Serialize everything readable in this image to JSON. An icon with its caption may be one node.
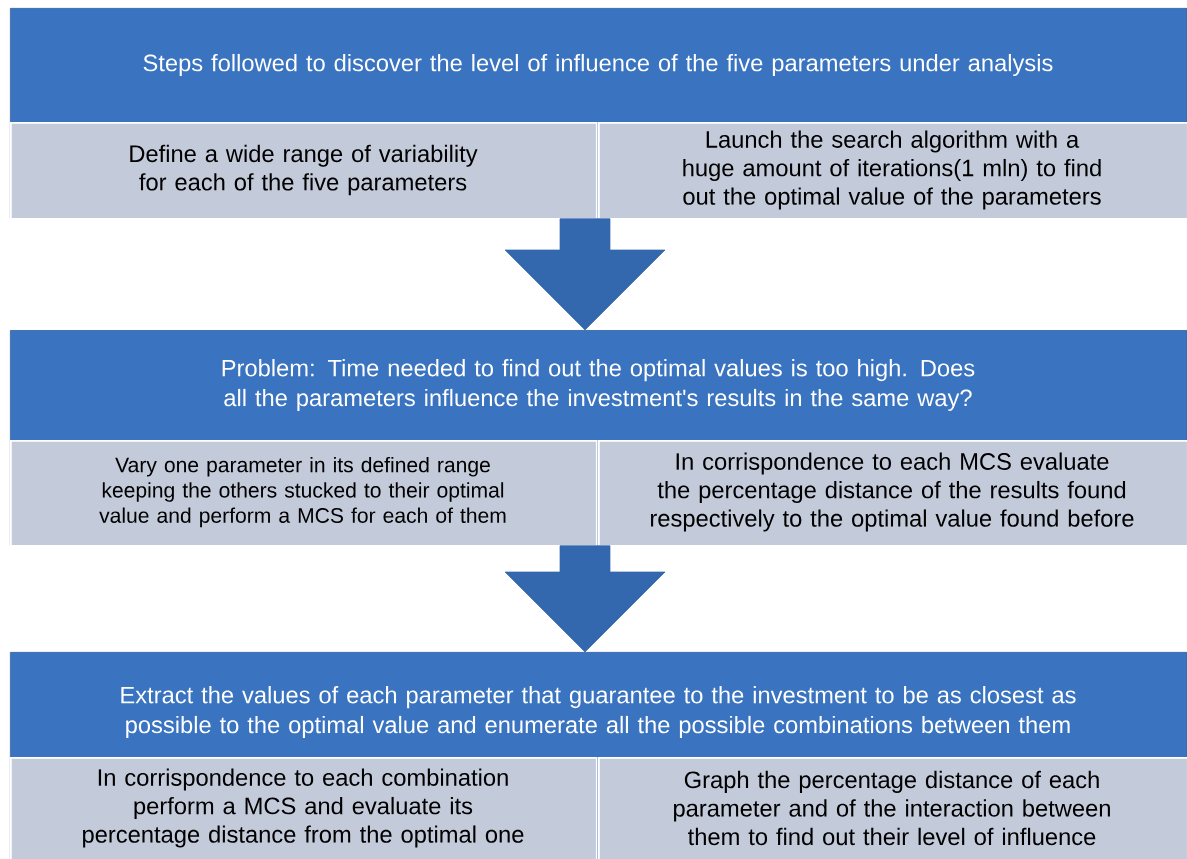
{
  "diagram": {
    "nodes": [
      {
        "text": [
          "Steps followed to discover the level of influence of the five parameters under analysis"
        ]
      },
      {
        "text": [
          "Define a wide range of variability for each of the five parameters"
        ],
        "in": 0
      },
      {
        "text": [
          "Launch the search algorithm with a huge amount of iterations(1 mln) to find out the optimal value of the parameters"
        ],
        "in": 0
      },
      {
        "text": [
          "Problem: Time needed to find out the optimal values is too high. Does all the parameters influence the investment's results in the same way?"
        ]
      },
      {
        "text": [
          "Vary one parameter in its defined range keeping the others stucked to their optimal value and perform a MCS for each of them"
        ],
        "in": 3
      },
      {
        "text": [
          "In corrispondence to each MCS evaluate the percentage distance of the results found respectively to the optimal value found before"
        ],
        "in": 3
      },
      {
        "text": [
          "Extract the values of each parameter that guarantee to the investment to be as closest as possible to the optimal value and enumerate all the possible combinations between them"
        ]
      },
      {
        "text": [
          "In corrispondence to each combination perform a MCS and evaluate its percentage distance from the optimal one"
        ],
        "in": 6
      },
      {
        "text": [
          "Graph the percentage distance of each parameter and of the interaction between them to find out their level of influence"
        ],
        "in": 6
      }
    ],
    "edges": [
      {
        "from": 0,
        "to": 3,
        "arrow": "to"
      },
      {
        "from": 3,
        "to": 6,
        "arrow": "to"
      }
    ]
  }
}
